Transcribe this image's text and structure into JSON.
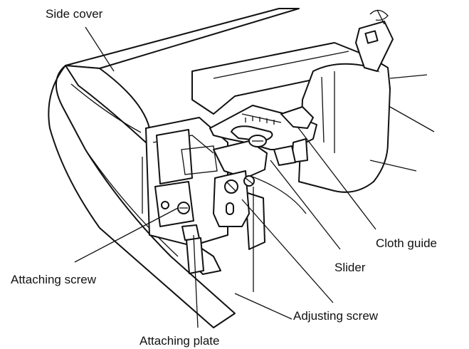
{
  "labels": {
    "side_cover": "Side cover",
    "cloth_guide": "Cloth guide",
    "slider": "Slider",
    "attaching_screw": "Attaching screw",
    "adjusting_screw": "Adjusting screw",
    "attaching_plate": "Attaching plate"
  }
}
